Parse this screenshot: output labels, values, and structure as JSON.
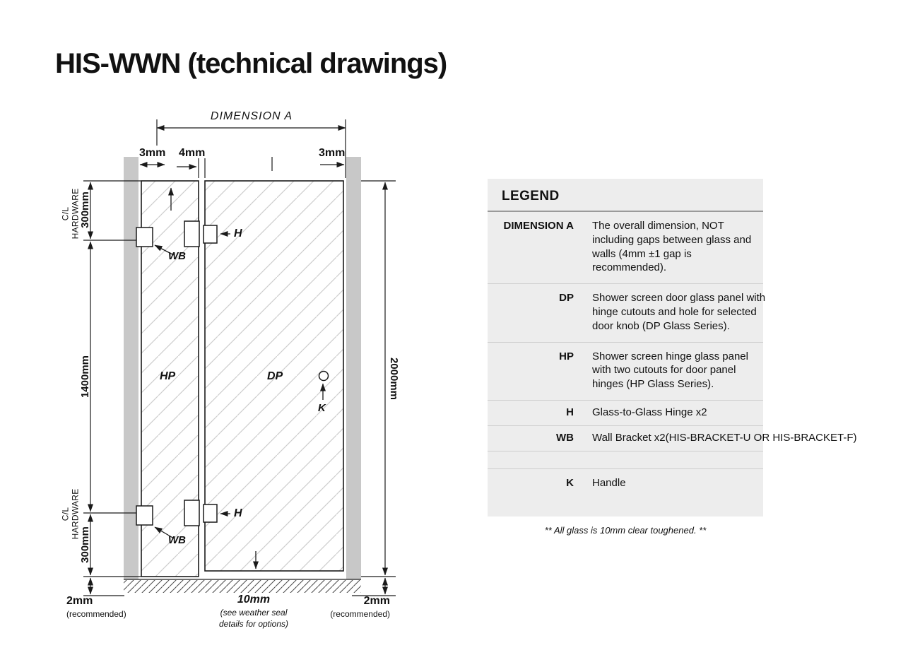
{
  "page": {
    "title": "HIS-WWN (technical drawings)"
  },
  "drawing": {
    "dimension_a": "DIMENSION A",
    "gap_top_left": "3mm",
    "gap_top_mid": "4mm",
    "gap_top_right": "3mm",
    "cl_hardware_top": "C/L\nHARDWARE",
    "cl_hardware_bottom": "C/L\nHARDWARE",
    "dim_300_top": "300mm",
    "dim_1400": "1400mm",
    "dim_300_bottom": "300mm",
    "dim_2000": "2000mm",
    "panel_hp": "HP",
    "panel_dp": "DP",
    "hinge_top": "H",
    "hinge_bottom": "H",
    "bracket_top": "WB",
    "bracket_bottom": "WB",
    "handle": "K",
    "floor_left_value": "2mm",
    "floor_left_note": "(recommended)",
    "floor_center_value": "10mm",
    "floor_center_note": "(see weather seal\ndetails for options)",
    "floor_right_value": "2mm",
    "floor_right_note": "(recommended)"
  },
  "legend": {
    "title": "LEGEND",
    "rows": [
      {
        "term": "DIMENSION A",
        "description": "The overall dimension, NOT including gaps between glass and walls (4mm ±1 gap is recommended)."
      },
      {
        "term": "DP",
        "description": "Shower screen door glass panel with hinge cutouts and hole for selected door knob (DP Glass Series)."
      },
      {
        "term": "HP",
        "description": "Shower screen hinge glass panel with two cutouts for door panel hinges (HP Glass Series)."
      },
      {
        "term": "H",
        "description": "Glass-to-Glass Hinge x2"
      },
      {
        "term": "WB",
        "description": "Wall Bracket x2(HIS-BRACKET-U OR HIS-BRACKET-F)"
      },
      {
        "term": "K",
        "description": "Handle"
      }
    ],
    "note": "** All glass is 10mm clear toughened. **"
  },
  "colors": {
    "wall_gray": "#c8c8c8",
    "legend_background": "#ededed",
    "line_black": "#1a1a1a",
    "glass_hatch": "#cdcdcd"
  }
}
